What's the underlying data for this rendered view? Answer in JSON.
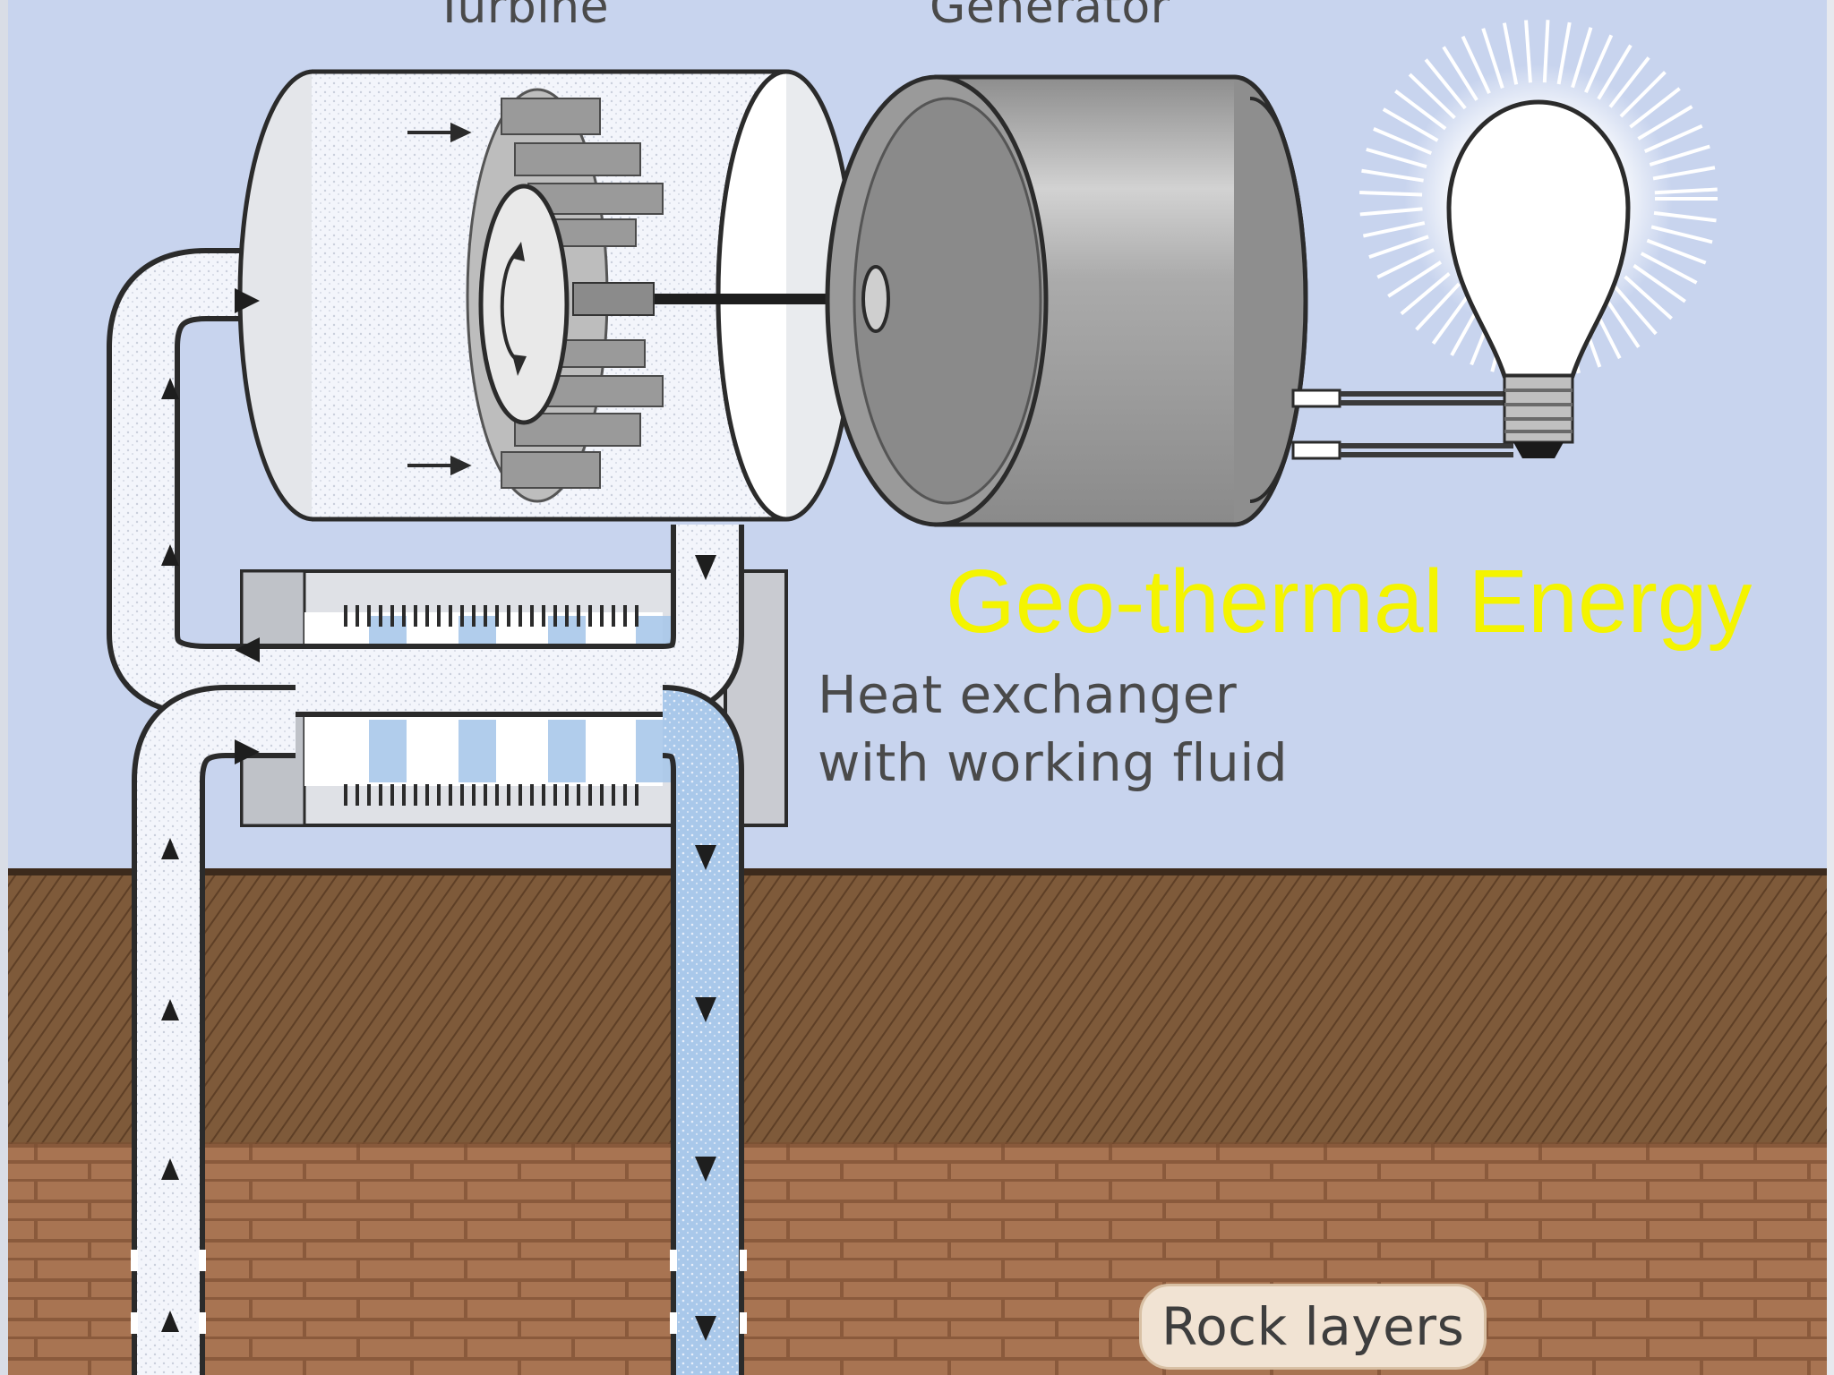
{
  "slide": {
    "title": "Geo-thermal Energy",
    "title_color": "#f4f400"
  },
  "diagram": {
    "labels": {
      "turbine": "Turbine",
      "generator": "Generator",
      "heat_exchanger_line1": "Heat exchanger",
      "heat_exchanger_line2": "with working fluid",
      "rock_layers": "Rock layers"
    },
    "colors": {
      "sky": "#c8d4ee",
      "soil_upper": "#7e5a3a",
      "soil_lower": "#a87452",
      "pipe_hot": "#f3f5fb",
      "pipe_cold": "#a9c8ea",
      "generator_body": "#a4a4a4",
      "bulb_glow": "#ffffff"
    },
    "icons": [
      "turbine-icon",
      "generator-icon",
      "light-bulb-icon",
      "heat-exchanger-icon",
      "flow-arrow-icon"
    ]
  }
}
